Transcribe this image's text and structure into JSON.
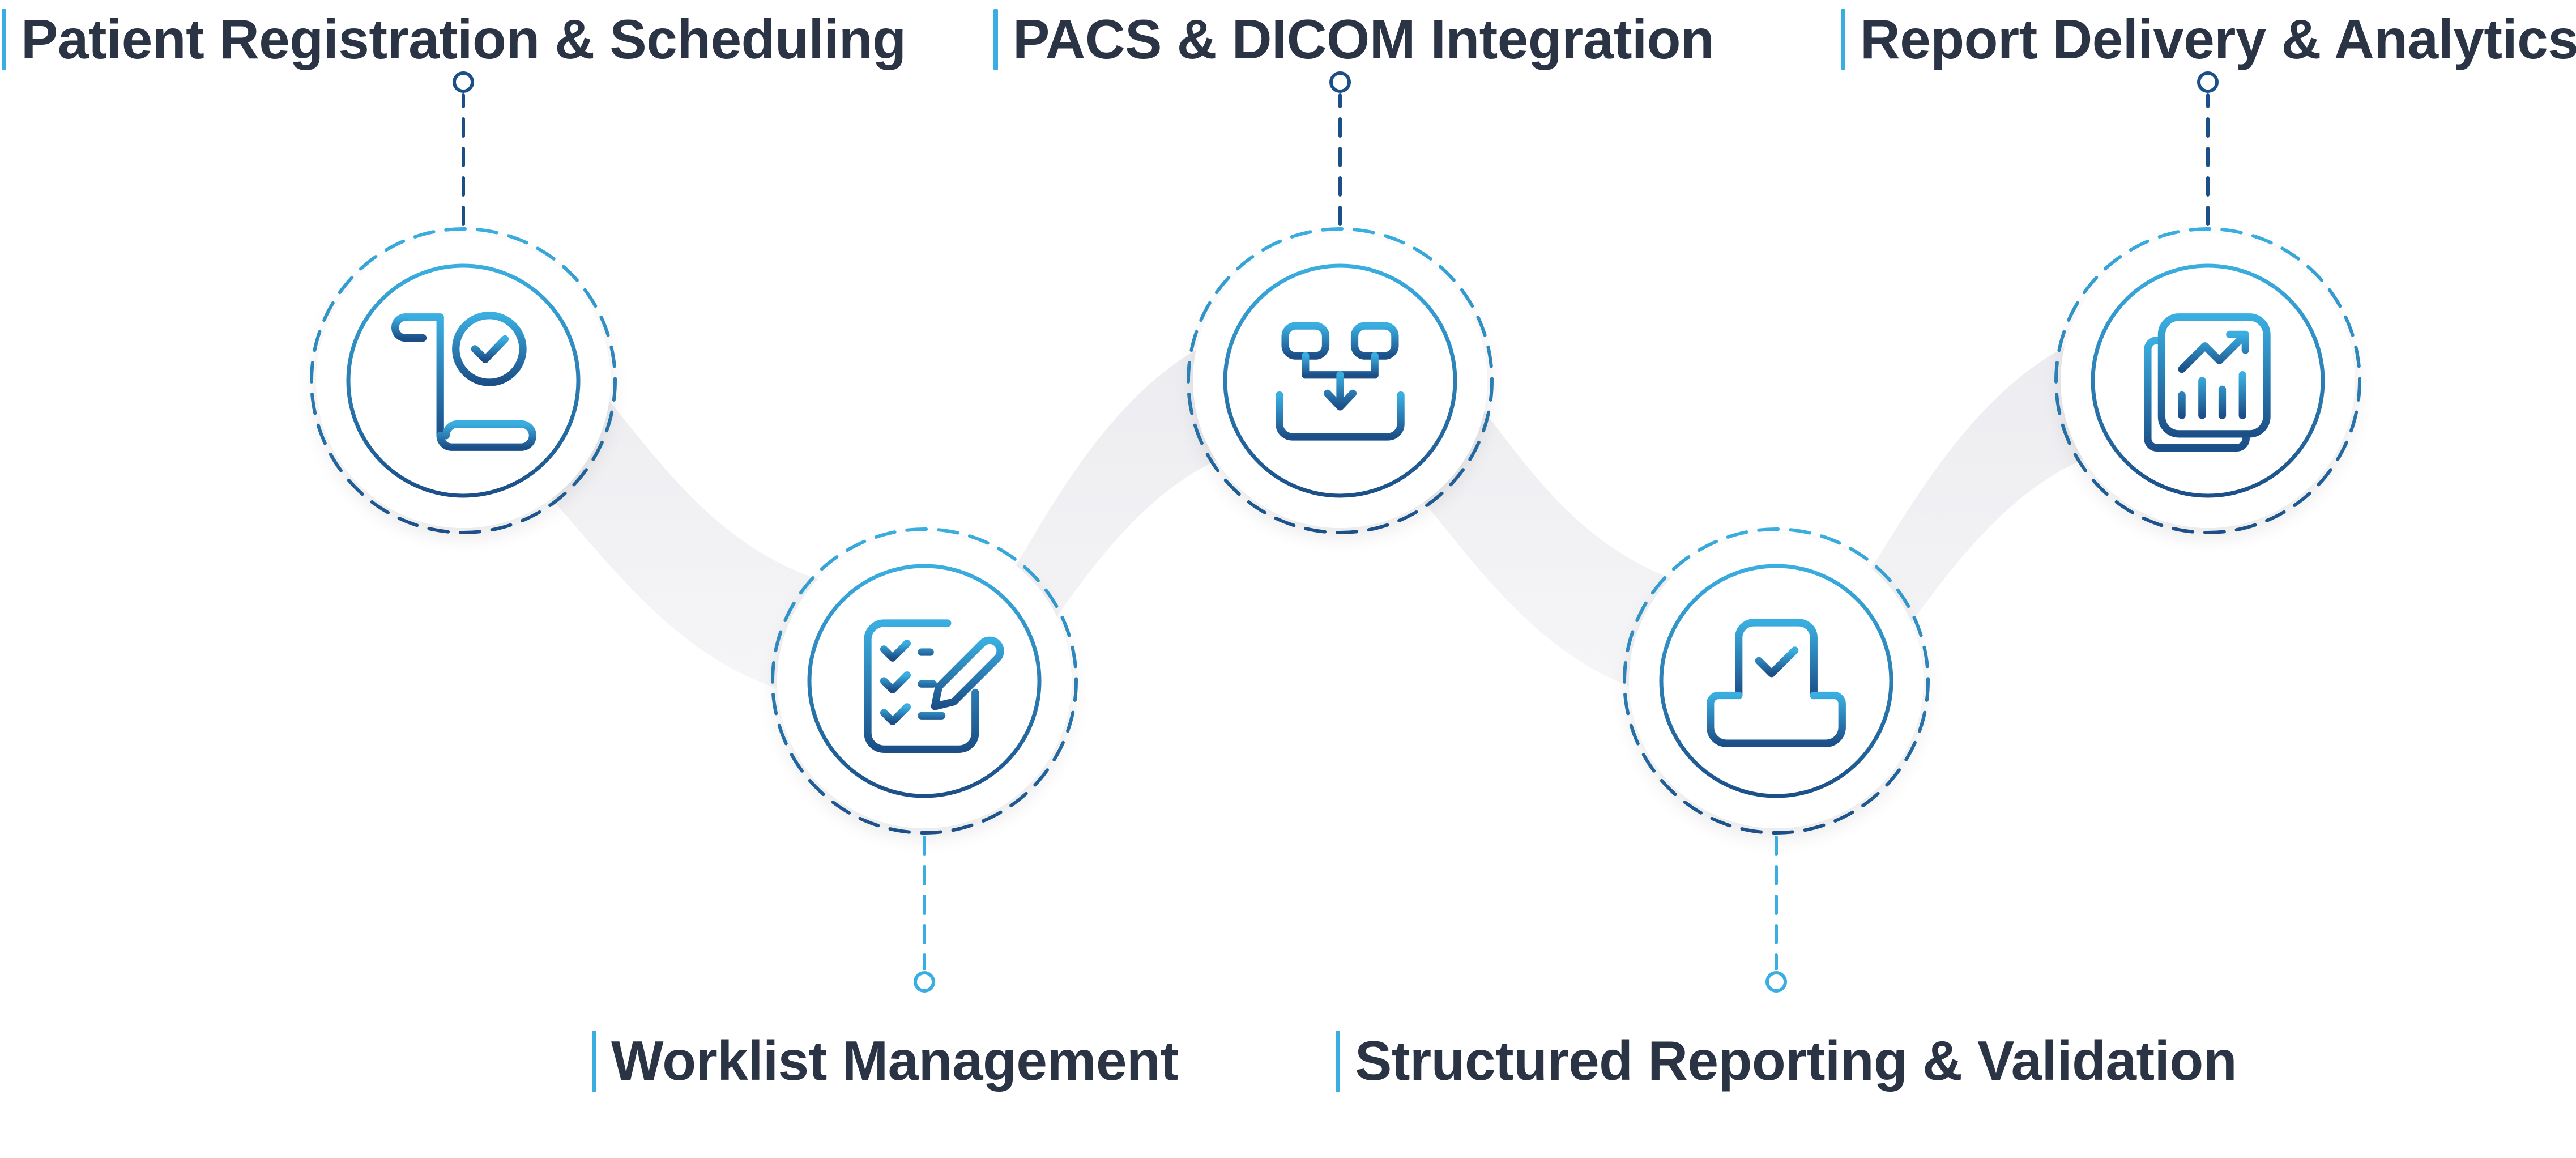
{
  "diagram": {
    "steps": [
      {
        "label": "Patient Registration & Scheduling",
        "icon": "registration-checklist-icon"
      },
      {
        "label": "Worklist Management",
        "icon": "worklist-edit-icon"
      },
      {
        "label": "PACS & DICOM Integration",
        "icon": "dicom-integration-flow-icon"
      },
      {
        "label": "Structured Reporting & Validation",
        "icon": "report-tray-check-icon"
      },
      {
        "label": "Report Delivery & Analytics",
        "icon": "analytics-report-icon"
      }
    ]
  },
  "colors": {
    "label_text": "#2b3445",
    "accent_light": "#3aaee0",
    "accent_dark": "#1c4f88",
    "connector_fill": "#f2f2f5",
    "glow": "#cfeaf8"
  }
}
